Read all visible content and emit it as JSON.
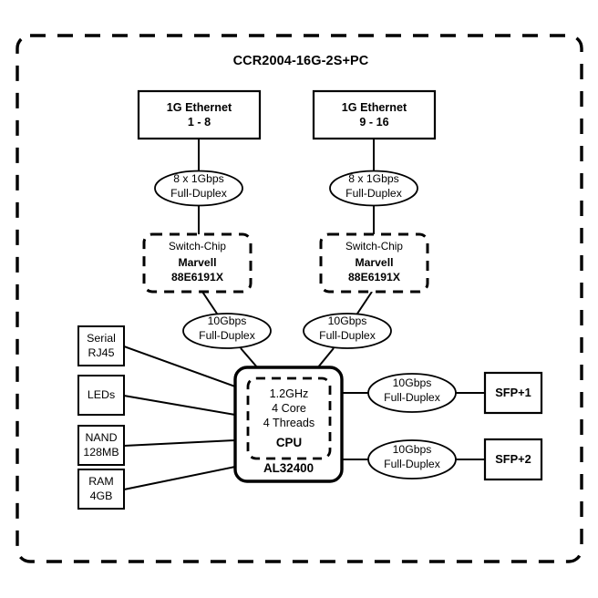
{
  "diagram": {
    "title": "CCR2004-16G-2S+PC",
    "background_color": "#ffffff",
    "line_color": "#000000",
    "outer_border_style": "dashed",
    "ethernet_blocks": [
      {
        "line1": "1G Ethernet",
        "line2": "1 - 8"
      },
      {
        "line1": "1G Ethernet",
        "line2": "9 - 16"
      }
    ],
    "ethernet_links": [
      {
        "line1": "8 x 1Gbps",
        "line2": "Full-Duplex"
      },
      {
        "line1": "8 x 1Gbps",
        "line2": "Full-Duplex"
      }
    ],
    "switch_chips": [
      {
        "line1": "Switch-Chip",
        "line2": "Marvell",
        "line3": "88E6191X"
      },
      {
        "line1": "Switch-Chip",
        "line2": "Marvell",
        "line3": "88E6191X"
      }
    ],
    "switch_uplinks": [
      {
        "line1": "10Gbps",
        "line2": "Full-Duplex"
      },
      {
        "line1": "10Gbps",
        "line2": "Full-Duplex"
      }
    ],
    "peripherals": [
      {
        "line1": "Serial",
        "line2": "RJ45"
      },
      {
        "line1": "LEDs",
        "line2": ""
      },
      {
        "line1": "NAND",
        "line2": "128MB"
      },
      {
        "line1": "RAM",
        "line2": "4GB"
      }
    ],
    "soc": {
      "cpu_spec_line1": "1.2GHz",
      "cpu_spec_line2": "4 Core",
      "cpu_spec_line3": "4 Threads",
      "cpu_label": "CPU",
      "part_number": "AL32400"
    },
    "sfp_links": [
      {
        "line1": "10Gbps",
        "line2": "Full-Duplex"
      },
      {
        "line1": "10Gbps",
        "line2": "Full-Duplex"
      }
    ],
    "sfp_ports": [
      {
        "label": "SFP+1"
      },
      {
        "label": "SFP+2"
      }
    ]
  }
}
